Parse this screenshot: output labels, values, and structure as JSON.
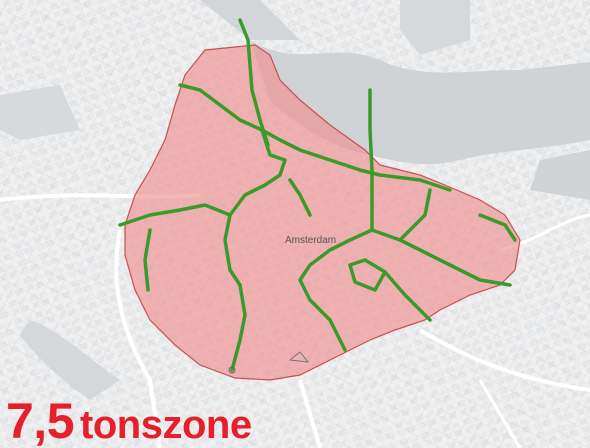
{
  "map": {
    "center_label": "Amsterdam",
    "zone_fill": "#f08a8a",
    "zone_stroke": "#c85050",
    "route_color": "#3a9a2a",
    "water_color": "#c9ced2",
    "land_color": "#ecedee"
  },
  "zone_title": {
    "value": "7,5",
    "word": "tonszone",
    "color": "#e5202a"
  }
}
